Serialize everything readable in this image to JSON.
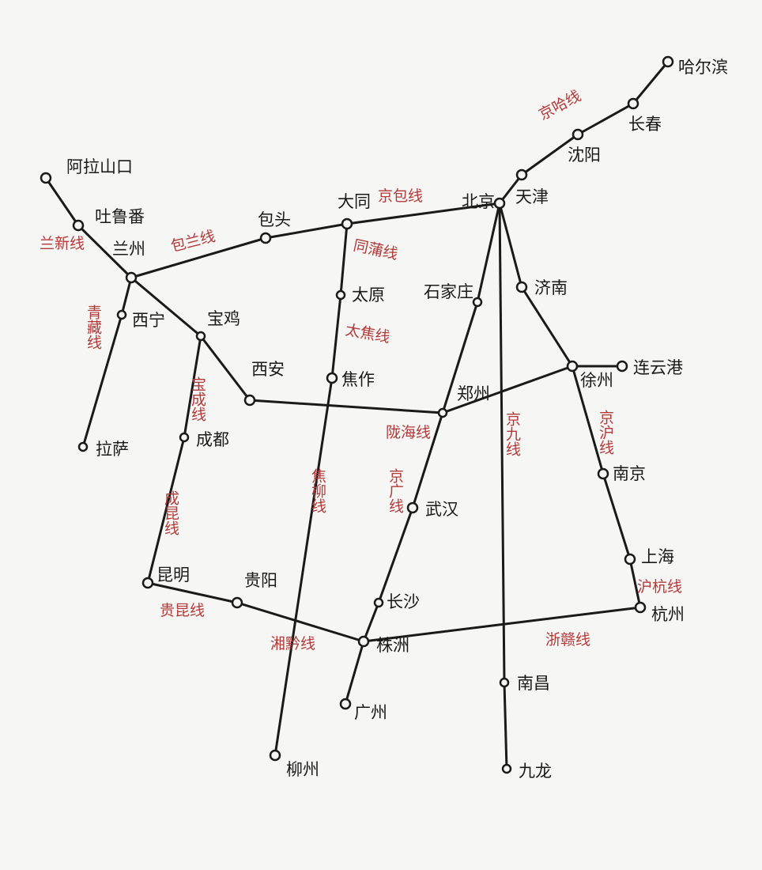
{
  "colors": {
    "ink": "#1a1a1a",
    "rail_label": "#b23a3a",
    "paper": "#f6f6f4"
  },
  "cities": {
    "harbin": "哈尔滨",
    "changchun": "长春",
    "shenyang": "沈阳",
    "tianjin": "天津",
    "beijing": "北京",
    "alashankou": "阿拉山口",
    "turpan": "吐鲁番",
    "lanzhou": "兰州",
    "xining": "西宁",
    "lhasa": "拉萨",
    "baoji": "宝鸡",
    "xian": "西安",
    "chengdu": "成都",
    "kunming": "昆明",
    "guiyang": "贵阳",
    "baotou": "包头",
    "datong": "大同",
    "taiyuan": "太原",
    "jiaozuo": "焦作",
    "liuzhou": "柳州",
    "shijiazhuang": "石家庄",
    "zhengzhou": "郑州",
    "wuhan": "武汉",
    "changsha": "长沙",
    "zhuzhou": "株洲",
    "guangzhou": "广州",
    "jinan": "济南",
    "xuzhou": "徐州",
    "lianyungang": "连云港",
    "nanjing": "南京",
    "shanghai": "上海",
    "hangzhou": "杭州",
    "nanchang": "南昌",
    "jiulong": "九龙"
  },
  "railways": {
    "jingha": "京哈线",
    "lanxin": "兰新线",
    "qingzang": "青藏线",
    "baolan": "包兰线",
    "jingbao": "京包线",
    "tongpu": "同蒲线",
    "taijiao": "太焦线",
    "jiaoliu": "焦柳线",
    "baocheng": "宝成线",
    "chengkun": "成昆线",
    "guikun": "贵昆线",
    "xianggui": "湘黔线",
    "longhai": "陇海线",
    "jingguang": "京广线",
    "jingjiu": "京九线",
    "jinghu": "京沪线",
    "huhang": "沪杭线",
    "zhegan": "浙赣线"
  }
}
